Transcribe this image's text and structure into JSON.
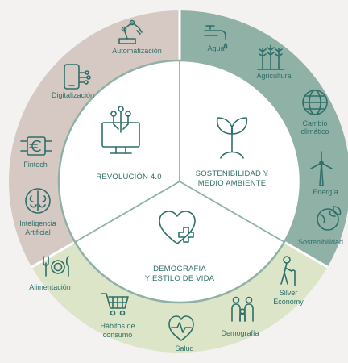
{
  "colors": {
    "background": "#f3f2f1",
    "tecnologia_ring": "#d6c9c3",
    "sostenibilidad_ring": "#8fb1a6",
    "demografia_ring": "#dde5c9",
    "inner": "#ffffff",
    "divider": "#ffffff",
    "icon": "#2f6f69",
    "text": "#2f6f69"
  },
  "sections": {
    "revolucion": {
      "label": "REVOLUCIÓN 4.0",
      "icon": "monitor-circuit-icon"
    },
    "sostenibilidad": {
      "line1": "SOSTENIBILIDAD Y",
      "line2": "MEDIO AMBIENTE",
      "icon": "sprout-icon"
    },
    "demografia": {
      "line1": "DEMOGRAFÍA",
      "line2": "Y ESTILO DE VIDA",
      "icon": "heart-cross-icon"
    }
  },
  "trends": {
    "automatizacion": {
      "label": "Automatización",
      "icon": "robot-arm-icon"
    },
    "digitalizacion": {
      "label": "Digitalización",
      "icon": "smartphone-icon"
    },
    "fintech": {
      "label": "Fintech",
      "icon": "euro-chip-icon"
    },
    "ia": {
      "line1": "Inteligencia",
      "line2": "Artificial",
      "icon": "brain-icon"
    },
    "agua": {
      "label": "Agua",
      "icon": "water-tap-icon"
    },
    "agricultura": {
      "label": "Agricultura",
      "icon": "wheat-icon"
    },
    "cambio": {
      "line1": "Cambio",
      "line2": "climático",
      "icon": "globe-thermometer-icon"
    },
    "energia": {
      "label": "Energía",
      "icon": "wind-turbine-icon"
    },
    "sostenibilidad": {
      "label": "Sostenibilidad",
      "icon": "globe-leaf-icon"
    },
    "alimentacion": {
      "label": "Alimentación",
      "icon": "cutlery-icon"
    },
    "habitos": {
      "line1": "Hábitos de",
      "line2": "consumo",
      "icon": "shopping-cart-icon"
    },
    "salud": {
      "label": "Salud",
      "icon": "heartbeat-icon"
    },
    "demografia": {
      "label": "Demografía",
      "icon": "family-icon"
    },
    "silver": {
      "line1": "Silver",
      "line2": "Economy",
      "icon": "elderly-person-icon"
    }
  }
}
